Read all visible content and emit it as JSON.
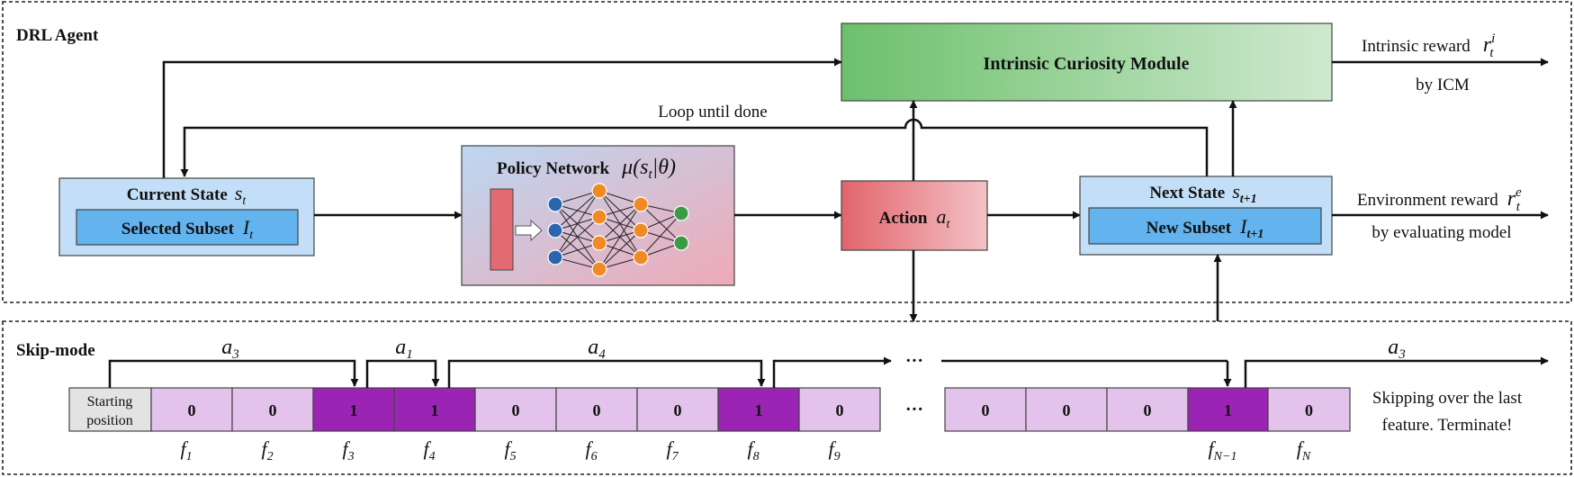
{
  "agent_panel": {
    "title": "DRL Agent"
  },
  "icm": {
    "label": "Intrinsic Curiosity Module"
  },
  "intrinsic_reward": {
    "text": "Intrinsic reward",
    "symbol": "r",
    "sub": "t",
    "sup": "i",
    "source": "by ICM"
  },
  "loop": {
    "text": "Loop until done"
  },
  "current_state": {
    "title": "Current State",
    "symbol": "s",
    "sub": "t",
    "inner_label": "Selected Subset",
    "inner_symbol": "I",
    "inner_sub": "t"
  },
  "policy_network": {
    "title": "Policy Network",
    "symbol": "μ(s",
    "symbol_sub": "t",
    "symbol_rest": "|θ)"
  },
  "action": {
    "label": "Action",
    "symbol": "a",
    "sub": "t"
  },
  "next_state": {
    "title": "Next State",
    "symbol": "s",
    "sub": "t+1",
    "inner_label": "New Subset",
    "inner_symbol": "I",
    "inner_sub": "t+1"
  },
  "environment_reward": {
    "text": "Environment reward",
    "symbol": "r",
    "sub": "t",
    "sup": "e",
    "source": "by evaluating model"
  },
  "skip_panel": {
    "title": "Skip-mode"
  },
  "start_cell": {
    "line1": "Starting",
    "line2": "position"
  },
  "cells_left": [
    {
      "value": "0",
      "label": "f",
      "sub": "1",
      "selected": false
    },
    {
      "value": "0",
      "label": "f",
      "sub": "2",
      "selected": false
    },
    {
      "value": "1",
      "label": "f",
      "sub": "3",
      "selected": true
    },
    {
      "value": "1",
      "label": "f",
      "sub": "4",
      "selected": true
    },
    {
      "value": "0",
      "label": "f",
      "sub": "5",
      "selected": false
    },
    {
      "value": "0",
      "label": "f",
      "sub": "6",
      "selected": false
    },
    {
      "value": "0",
      "label": "f",
      "sub": "7",
      "selected": false
    },
    {
      "value": "1",
      "label": "f",
      "sub": "8",
      "selected": true
    },
    {
      "value": "0",
      "label": "f",
      "sub": "9",
      "selected": false
    }
  ],
  "cells_right": [
    {
      "value": "0",
      "label": "",
      "sub": "",
      "selected": false
    },
    {
      "value": "0",
      "label": "",
      "sub": "",
      "selected": false
    },
    {
      "value": "0",
      "label": "",
      "sub": "",
      "selected": false
    },
    {
      "value": "1",
      "label": "f",
      "sub": "N−1",
      "selected": true
    },
    {
      "value": "0",
      "label": "f",
      "sub": "N",
      "selected": false
    }
  ],
  "skip_actions": [
    {
      "symbol": "a",
      "sub": "3"
    },
    {
      "symbol": "a",
      "sub": "1"
    },
    {
      "symbol": "a",
      "sub": "4"
    },
    {
      "symbol": "a",
      "sub": "3"
    }
  ],
  "ellipsis": "···",
  "terminate_note": {
    "line1": "Skipping over the last",
    "line2": "feature. Terminate!"
  },
  "colors": {
    "selected": "#9b24b5",
    "unselected": "#e3c2eb",
    "start": "#e3e3e3",
    "state_box": "#c2dff7",
    "state_inner": "#62b3ee",
    "action": "#e26b72",
    "icm_left": "#6cc06c",
    "icm_right": "#cfe9cf"
  }
}
